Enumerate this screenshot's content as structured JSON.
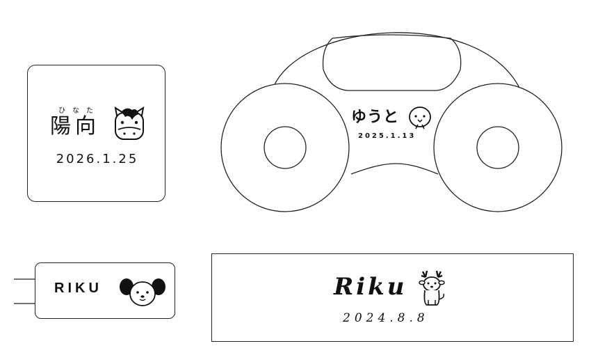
{
  "square_tag": {
    "ruby": "ひなた",
    "name": "陽向",
    "date": "2026.1.25",
    "icon": "horse-icon"
  },
  "car_tag": {
    "name": "ゆうと",
    "date": "2025.1.13",
    "icon": "chick-icon"
  },
  "usb_tag": {
    "name": "RIKU",
    "icon": "dog-icon"
  },
  "rect_tag": {
    "name": "Riku",
    "date": "2024.8.8",
    "icon": "deer-icon"
  }
}
